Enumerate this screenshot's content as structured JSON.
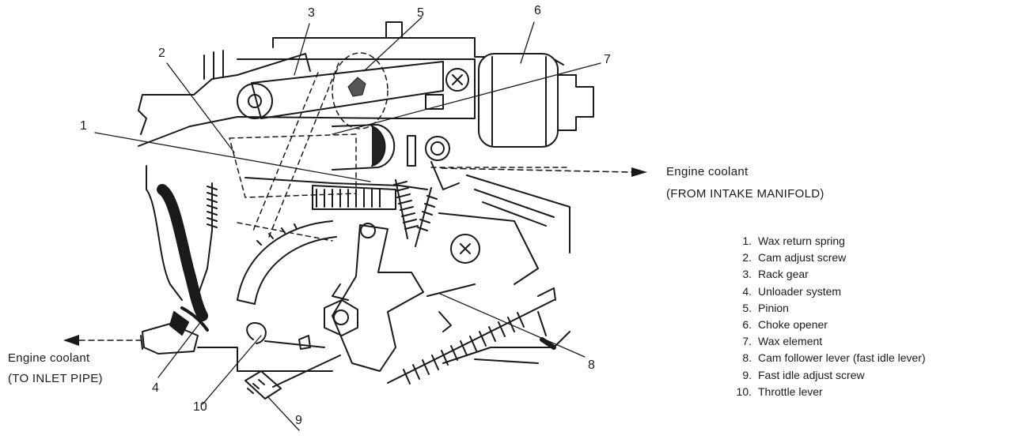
{
  "callouts": {
    "c1": "1",
    "c2": "2",
    "c3": "3",
    "c4": "4",
    "c5": "5",
    "c6": "6",
    "c7": "7",
    "c8": "8",
    "c9": "9",
    "c10": "10"
  },
  "flow_labels": {
    "coolant_in_line1": "Engine coolant",
    "coolant_in_line2": "(FROM INTAKE MANIFOLD)",
    "coolant_out_line1": "Engine coolant",
    "coolant_out_line2": "(TO INLET PIPE)"
  },
  "legend": [
    {
      "num": "1.",
      "label": "Wax return spring"
    },
    {
      "num": "2.",
      "label": "Cam adjust screw"
    },
    {
      "num": "3.",
      "label": "Rack gear"
    },
    {
      "num": "4.",
      "label": "Unloader system"
    },
    {
      "num": "5.",
      "label": "Pinion"
    },
    {
      "num": "6.",
      "label": "Choke opener"
    },
    {
      "num": "7.",
      "label": "Wax element"
    },
    {
      "num": "8.",
      "label": "Cam follower lever (fast idle lever)"
    },
    {
      "num": "9.",
      "label": "Fast idle adjust screw"
    },
    {
      "num": "10.",
      "label": "Throttle lever"
    }
  ]
}
